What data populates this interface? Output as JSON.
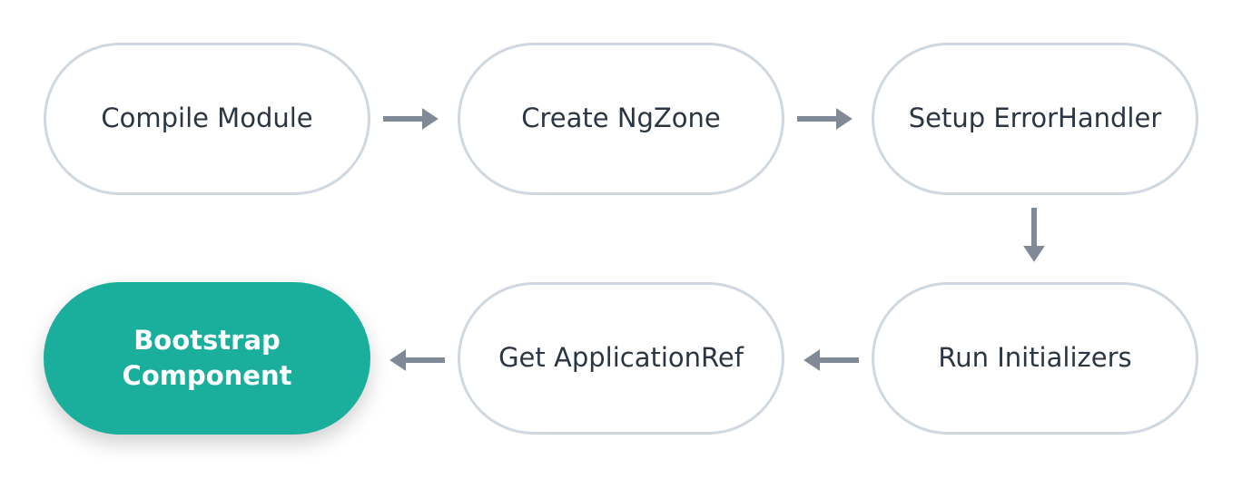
{
  "flow": {
    "nodes": [
      {
        "id": "compile-module",
        "label": "Compile Module"
      },
      {
        "id": "create-ngzone",
        "label": "Create NgZone"
      },
      {
        "id": "setup-errorhandler",
        "label": "Setup ErrorHandler"
      },
      {
        "id": "run-initializers",
        "label": "Run Initializers"
      },
      {
        "id": "get-applicationref",
        "label": "Get ApplicationRef"
      },
      {
        "id": "bootstrap-component",
        "label": "Bootstrap Component",
        "highlighted": true
      }
    ],
    "edges": [
      {
        "from": "compile-module",
        "to": "create-ngzone"
      },
      {
        "from": "create-ngzone",
        "to": "setup-errorhandler"
      },
      {
        "from": "setup-errorhandler",
        "to": "run-initializers"
      },
      {
        "from": "run-initializers",
        "to": "get-applicationref"
      },
      {
        "from": "get-applicationref",
        "to": "bootstrap-component"
      }
    ]
  },
  "colors": {
    "node_border": "#cfd8e1",
    "node_text": "#2b3645",
    "arrow": "#7f8a96",
    "highlight_fill": "#1aae9d",
    "highlight_text": "#ffffff"
  }
}
